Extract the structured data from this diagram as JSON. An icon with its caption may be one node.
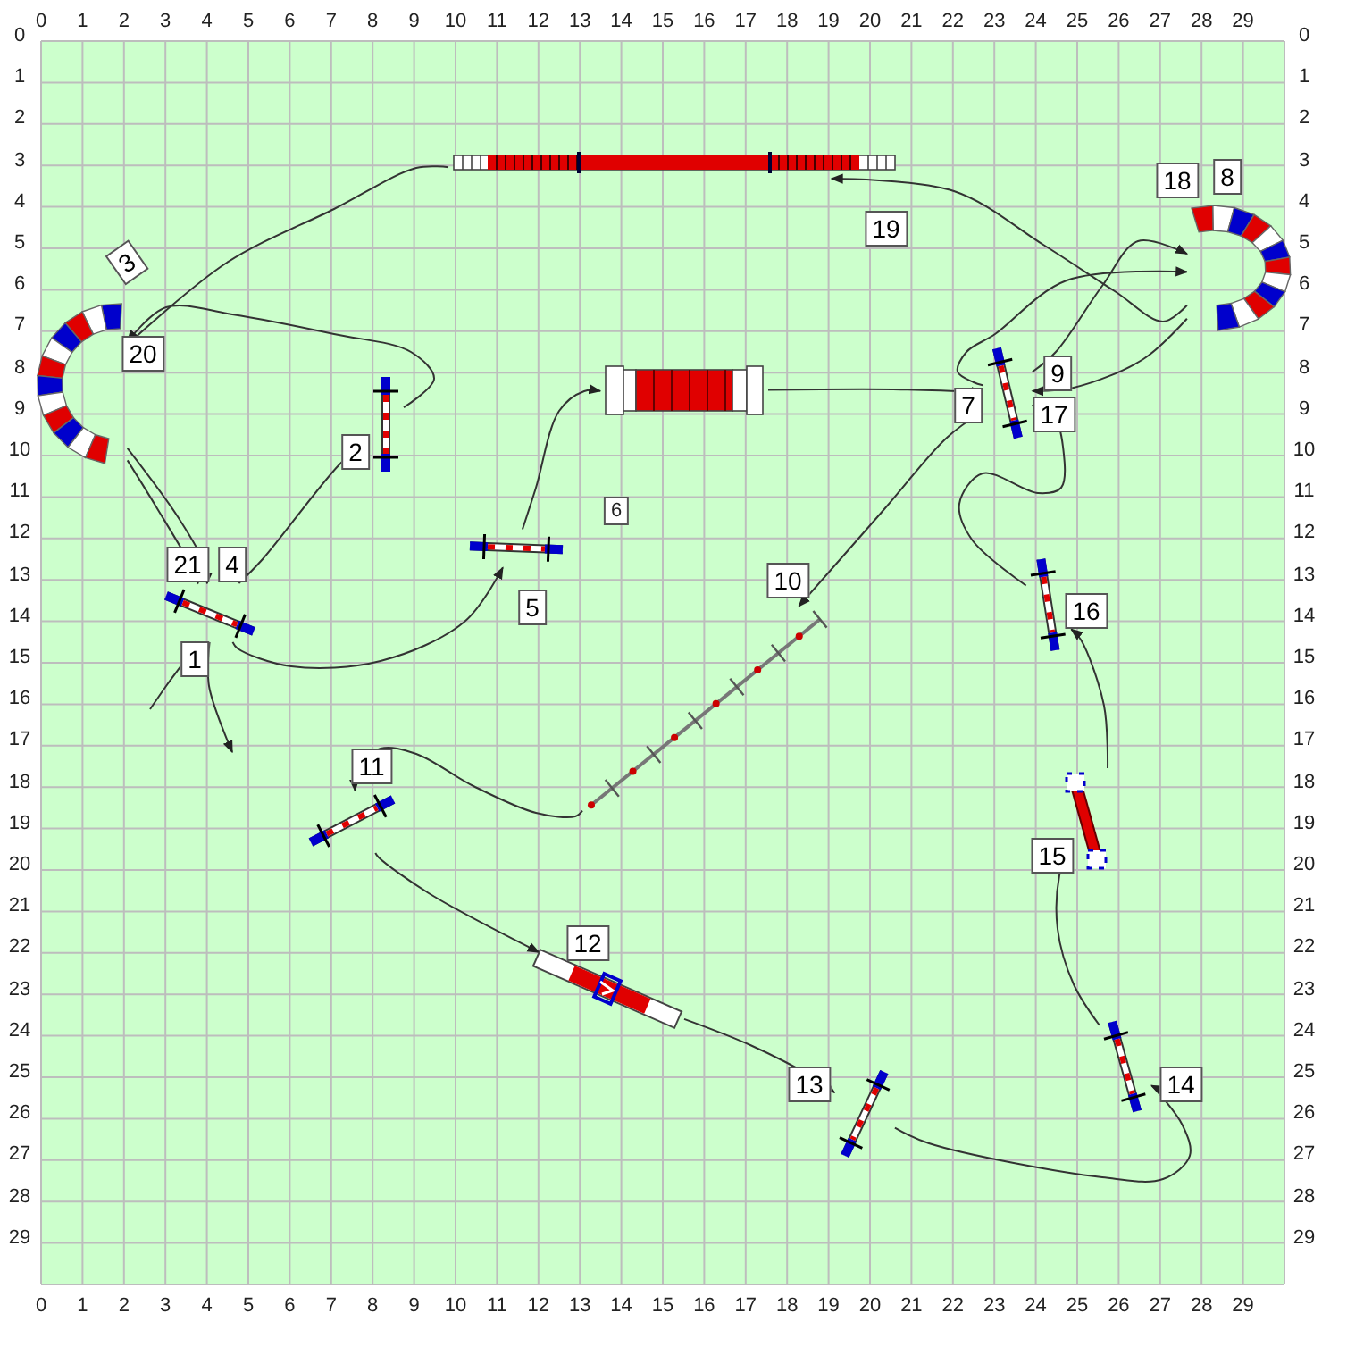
{
  "diagram": {
    "nodes": [
      {
        "text": [],
        "shape": "plank",
        "beside": [
          "19"
        ]
      },
      {
        "text": [],
        "shape": "arc",
        "beside": [
          "18",
          "8"
        ]
      },
      {
        "text": [],
        "shape": "arc",
        "beside": [
          "3",
          "20"
        ]
      },
      {
        "text": [],
        "shape": "bar",
        "beside": [
          "9",
          "7",
          "17"
        ]
      },
      {
        "text": [],
        "shape": "box"
      },
      {
        "text": [],
        "shape": "bar",
        "beside": [
          "2"
        ]
      },
      {
        "text": [],
        "shape": "bar",
        "beside": [
          "5"
        ]
      },
      {
        "text": [],
        "shape": "bar",
        "beside": [
          "21",
          "4",
          "1"
        ]
      },
      {
        "text": [],
        "shape": "bar",
        "beside": [
          "16"
        ]
      },
      {
        "text": [],
        "shape": "poles",
        "beside": [
          "10"
        ]
      },
      {
        "text": [],
        "shape": "bar",
        "beside": [
          "11"
        ]
      },
      {
        "text": [],
        "shape": "plank",
        "beside": [
          "15"
        ]
      },
      {
        "text": [],
        "shape": "plank",
        "beside": [
          "12"
        ]
      },
      {
        "text": [],
        "shape": "bar",
        "beside": [
          "14"
        ]
      },
      {
        "text": [],
        "shape": "bar",
        "beside": [
          "13"
        ]
      }
    ],
    "edges": [
      {
        "from": null,
        "to": 7,
        "arrow": "to"
      },
      {
        "from": 7,
        "to": 5,
        "arrow": "to"
      },
      {
        "from": 5,
        "to": 2,
        "arrow": "to"
      },
      {
        "from": 2,
        "to": 7,
        "arrow": "to"
      },
      {
        "from": 7,
        "to": 6,
        "arrow": "to"
      },
      {
        "from": 6,
        "to": 4,
        "arrow": "to"
      },
      {
        "from": 4,
        "to": 3,
        "arrow": "to"
      },
      {
        "from": 3,
        "to": 1,
        "arrow": "to"
      },
      {
        "from": 1,
        "to": 3,
        "arrow": "to"
      },
      {
        "from": 3,
        "to": 9,
        "arrow": "to"
      },
      {
        "from": 9,
        "to": 10,
        "arrow": "to"
      },
      {
        "from": 10,
        "to": 12,
        "arrow": "to"
      },
      {
        "from": 12,
        "to": 14,
        "arrow": "to"
      },
      {
        "from": 14,
        "to": 13,
        "arrow": "to"
      },
      {
        "from": 13,
        "to": 11,
        "arrow": "to"
      },
      {
        "from": 11,
        "to": 8,
        "arrow": "to"
      },
      {
        "from": 8,
        "to": 3,
        "arrow": "to"
      },
      {
        "from": 3,
        "to": 1,
        "arrow": "to"
      },
      {
        "from": 1,
        "to": 0,
        "arrow": "to"
      },
      {
        "from": 0,
        "to": 2,
        "arrow": "to"
      },
      {
        "from": 2,
        "to": 7,
        "arrow": "to"
      },
      {
        "from": 7,
        "to": null,
        "arrow": "to"
      }
    ],
    "labels": [
      "0",
      "1",
      "2",
      "3",
      "4",
      "5",
      "6",
      "7",
      "8",
      "9",
      "10",
      "11",
      "12",
      "13",
      "14",
      "15",
      "16",
      "17",
      "18",
      "19",
      "20",
      "21",
      "22",
      "23",
      "24",
      "25",
      "26",
      "27",
      "28",
      "29",
      "0",
      "1",
      "2",
      "3",
      "4",
      "5",
      "6",
      "7",
      "8",
      "9",
      "10",
      "11",
      "12",
      "13",
      "14",
      "15",
      "16",
      "17",
      "18",
      "19",
      "20",
      "21",
      "22",
      "23",
      "24",
      "25",
      "26",
      "27",
      "28",
      "29",
      "0",
      "1",
      "2",
      "3",
      "4",
      "5",
      "6",
      "7",
      "8",
      "9",
      "10",
      "11",
      "12",
      "13",
      "14",
      "15",
      "16",
      "17",
      "18",
      "19",
      "20",
      "21",
      "22",
      "23",
      "24",
      "25",
      "26",
      "27",
      "28",
      "29",
      "0",
      "1",
      "2",
      "3",
      "4",
      "5",
      "6",
      "7",
      "8",
      "9",
      "10",
      "11",
      "12",
      "13",
      "14",
      "15",
      "16",
      "17",
      "18",
      "19",
      "20",
      "21",
      "22",
      "23",
      "24",
      "25",
      "26",
      "27",
      "28",
      "29",
      "6"
    ]
  }
}
